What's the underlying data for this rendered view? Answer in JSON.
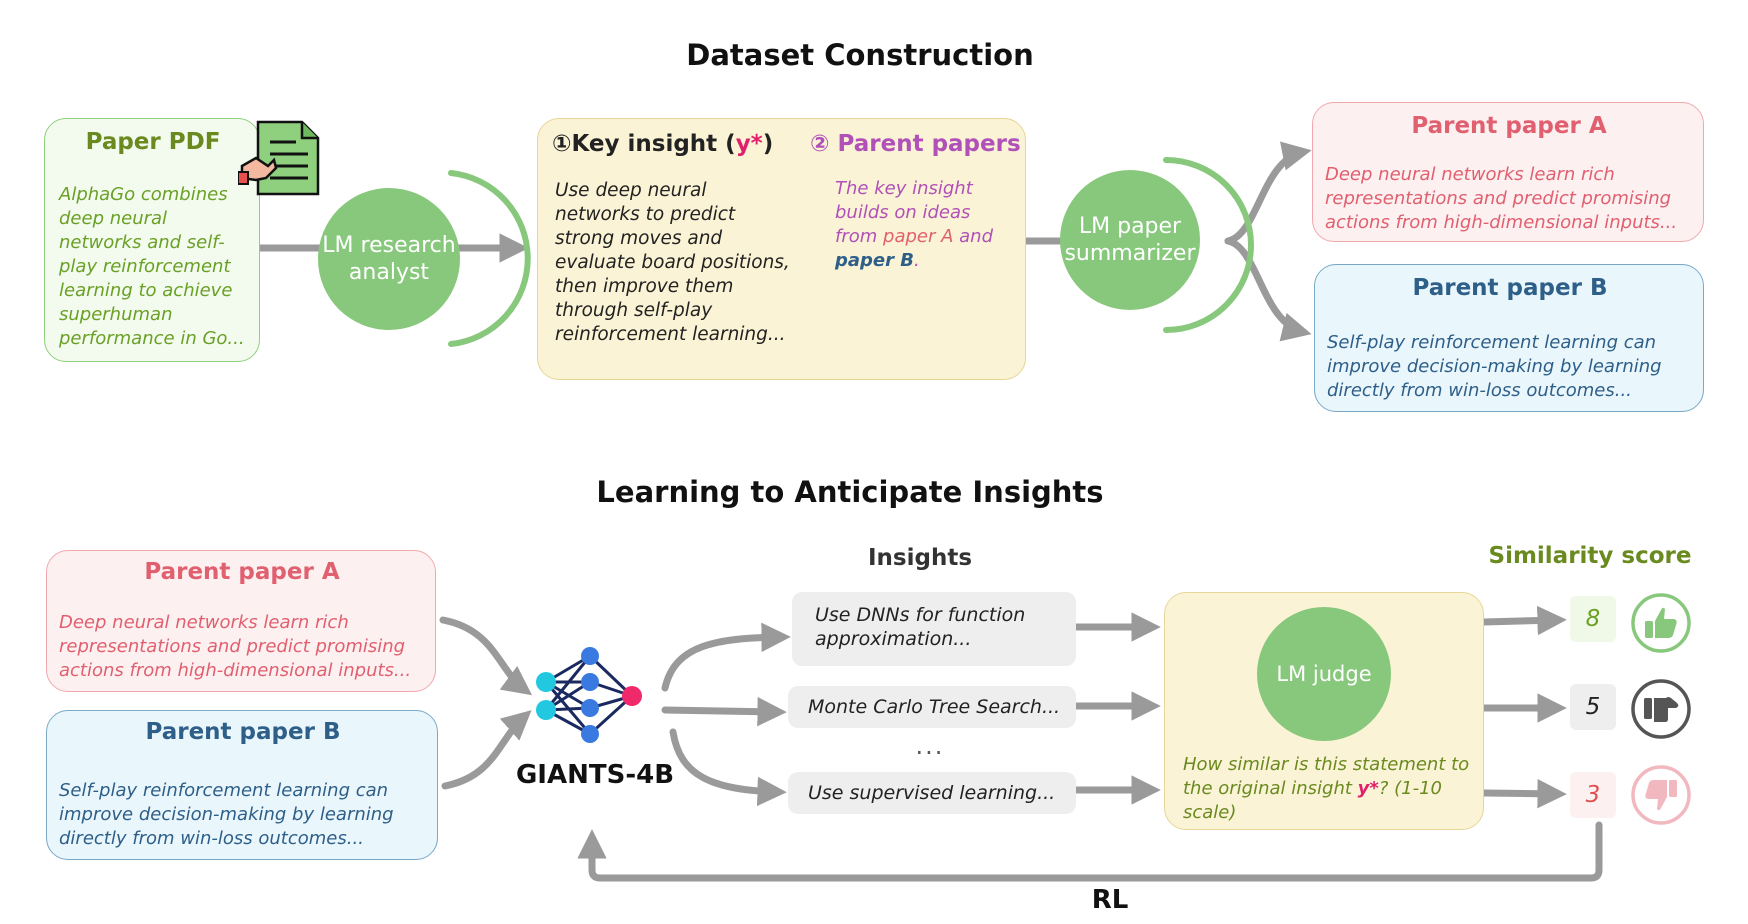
{
  "top": {
    "title": "Dataset Construction",
    "paper_pdf": {
      "title": "Paper PDF",
      "text": "AlphaGo combines deep neural networks and self-play reinforcement learning to achieve superhuman performance in Go..."
    },
    "research_analyst": "LM research analyst",
    "key_insight": {
      "num": "①",
      "title": "Key insight (",
      "y": "y*",
      "close": ")",
      "text": "Use deep neural networks to predict strong moves and evaluate board positions, then improve them through self-play reinforcement learning..."
    },
    "parent_papers": {
      "num": "②",
      "title": "Parent papers",
      "text_a": "The key insight builds on ideas from ",
      "paper_a": "paper A",
      "and": "and ",
      "paper_b": "paper B",
      "period": "."
    },
    "summarizer": "LM paper summarizer",
    "parent_a": {
      "title": "Parent paper A",
      "text": "Deep neural networks learn rich representations and predict promising actions from high-dimensional inputs..."
    },
    "parent_b": {
      "title": "Parent paper B",
      "text": "Self-play reinforcement learning can improve decision-making by learning directly from win-loss outcomes..."
    }
  },
  "bottom": {
    "title": "Learning to Anticipate Insights",
    "parent_a": {
      "title": "Parent paper A",
      "text": "Deep neural networks learn rich representations and predict promising actions from high-dimensional inputs..."
    },
    "parent_b": {
      "title": "Parent paper B",
      "text": "Self-play reinforcement learning can improve decision-making by learning directly from win-loss outcomes..."
    },
    "model": "GIANTS-4B",
    "insights_label": "Insights",
    "insights": [
      "Use DNNs for function approximation...",
      "Monte Carlo Tree Search...",
      "Use supervised learning..."
    ],
    "ellipsis": "...",
    "judge": {
      "label": "LM judge",
      "question_a": "How similar is this statement to the original insight ",
      "y": "y*",
      "question_b": "? (1-10 scale)"
    },
    "similarity_label": "Similarity score",
    "scores": [
      "8",
      "5",
      "3"
    ],
    "rl": "RL"
  },
  "colors": {
    "green_title": "#6a8a20",
    "green_text": "#6aa025",
    "pink_title": "#e06070",
    "blue_title": "#2e5f88",
    "purple": "#b050b8",
    "magenta": "#e0206a",
    "circle_green": "#88c87c",
    "arrow_gray": "#9a9a9a"
  },
  "icons": {
    "paper_pdf": "document-hand-icon",
    "neural_net": "neural-network-icon",
    "thumbs_up": "thumbs-up-icon",
    "thumbs_side": "thumbs-side-icon",
    "thumbs_down": "thumbs-down-icon"
  }
}
